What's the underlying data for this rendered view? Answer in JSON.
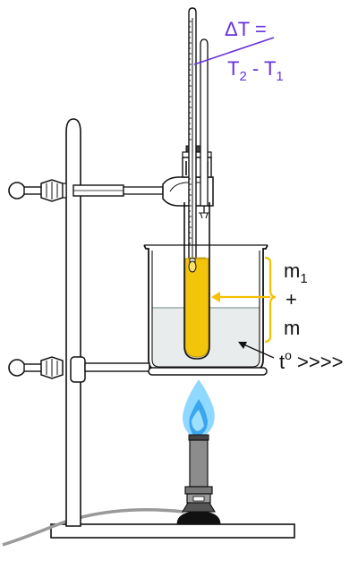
{
  "labels": {
    "delta_t_line1": "ΔT =",
    "delta_t_line2": {
      "t2": "T",
      "t2_sub": "2",
      "minus": " - ",
      "t1": "T",
      "t1_sub": "1"
    },
    "mass_m1": {
      "base": "m",
      "sub": "1"
    },
    "mass_plus": "+",
    "mass_m": "m",
    "heat_label": {
      "t": "t",
      "sup": "o",
      "arrows": " >>>>"
    }
  },
  "colors": {
    "annotation": "#6633dd",
    "mass_bracket": "#f5c000",
    "test_tube_liquid": "#f2c40a",
    "test_tube_liquid_edge": "#b8900a",
    "water": "#e9ecec",
    "flame_outer": "#8fd8ff",
    "flame_inner": "#3aa6ee",
    "burner_body": "#8c8c8c",
    "outline": "#111111"
  },
  "icons": {
    "stand": "retort-stand-icon",
    "beaker": "beaker-icon",
    "test_tube": "test-tube-icon",
    "thermometer": "thermometer-icon",
    "stirrer": "stirrer-icon",
    "burner": "bunsen-burner-icon",
    "flame": "flame-icon"
  }
}
